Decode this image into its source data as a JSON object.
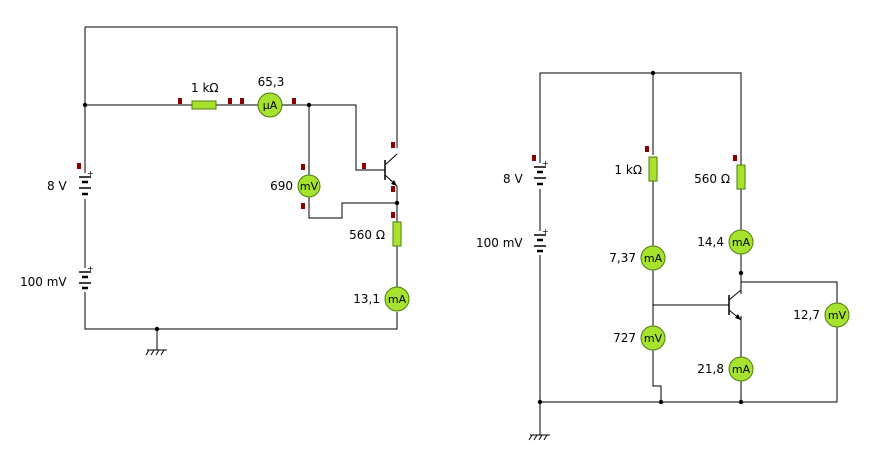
{
  "colors": {
    "wire": "#000000",
    "resistor_fill": "#a6e22e",
    "meter_fill": "#a6e22e",
    "meter_stroke": "#4e7d0e",
    "probe": "#8b0000"
  },
  "circuit_left": {
    "battery_top": {
      "label": "8 V"
    },
    "battery_bottom": {
      "label": "100 mV"
    },
    "resistor_base": {
      "label": "1 kΩ"
    },
    "resistor_emitter": {
      "label": "560 Ω"
    },
    "meter_base_current": {
      "value": "65,3",
      "unit": "µA"
    },
    "meter_base_voltage": {
      "value": "690",
      "unit": "mV"
    },
    "meter_emitter_current": {
      "value": "13,1",
      "unit": "mA"
    }
  },
  "circuit_right": {
    "battery_top": {
      "label": "8 V"
    },
    "battery_bottom": {
      "label": "100 mV"
    },
    "resistor_base": {
      "label": "1 kΩ"
    },
    "resistor_collector": {
      "label": "560 Ω"
    },
    "meter_base_current": {
      "value": "7,37",
      "unit": "mA"
    },
    "meter_base_voltage": {
      "value": "727",
      "unit": "mV"
    },
    "meter_collector_current": {
      "value": "14,4",
      "unit": "mA"
    },
    "meter_emitter_current": {
      "value": "21,8",
      "unit": "mA"
    },
    "meter_ce_voltage": {
      "value": "12,7",
      "unit": "mV"
    }
  }
}
